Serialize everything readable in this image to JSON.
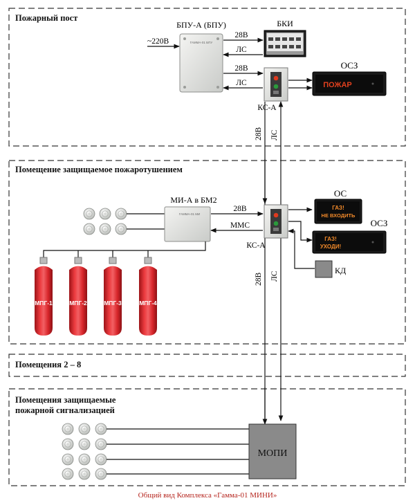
{
  "zones": {
    "fire_post": "Пожарный пост",
    "extinguishing_room": "Помещение защищаемое пожаротушением",
    "rooms_2_8": "Помещения 2 – 8",
    "alarm_rooms_line1": "Помещения защищаемые",
    "alarm_rooms_line2": "пожарной сигнализацией"
  },
  "devices": {
    "bpu": "БПУ-А (БПУ)",
    "bki": "БКИ",
    "osz": "ОСЗ",
    "ks_a": "КС-А",
    "mi_a": "МИ-А в БМ2",
    "os": "ОС",
    "kd": "КД",
    "mopi": "МОПИ",
    "mains": "~220В",
    "bpu_plate": "ГАММА-01 БПУ",
    "mi_plate": "ГАММА-01 МИ"
  },
  "signs": {
    "fire": "ПОЖАР",
    "gas_line1": "ГАЗ!",
    "dont_enter": "НЕ ВХОДИТЬ",
    "leave": "УХОДИ!"
  },
  "lines": {
    "v28": "28В",
    "ls": "ЛС",
    "mms": "ММС"
  },
  "cylinders": [
    "МПГ-1",
    "МПГ-2",
    "МПГ-3",
    "МПГ-4"
  ],
  "caption": "Общий вид Комплекса «Гамма-01 МИНИ»",
  "colors": {
    "cylinder_red": "#d8262b",
    "sign_red": "#e0401e",
    "sign_orange": "#f28a2a",
    "caption_red": "#b5241d",
    "mopi_gray": "#8a8a8a"
  }
}
